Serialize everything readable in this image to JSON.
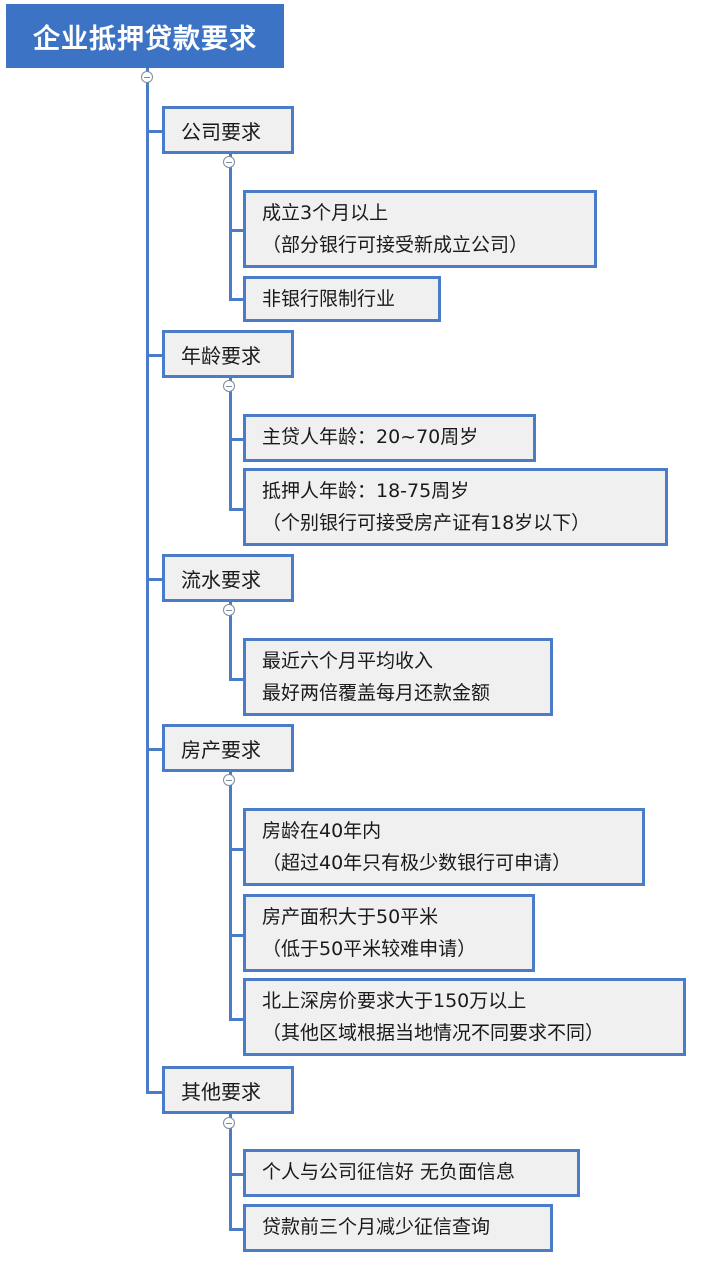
{
  "title": "企业抵押贷款要求",
  "sections": [
    {
      "label": "公司要求",
      "items": [
        [
          "成立3个月以上",
          "（部分银行可接受新成立公司）"
        ],
        [
          "非银行限制行业"
        ]
      ]
    },
    {
      "label": "年龄要求",
      "items": [
        [
          "主贷人年龄：20~70周岁"
        ],
        [
          "抵押人年龄：18-75周岁",
          "（个别银行可接受房产证有18岁以下）"
        ]
      ]
    },
    {
      "label": "流水要求",
      "items": [
        [
          "最近六个月平均收入",
          "最好两倍覆盖每月还款金额"
        ]
      ]
    },
    {
      "label": "房产要求",
      "items": [
        [
          "房龄在40年内",
          "（超过40年只有极少数银行可申请）"
        ],
        [
          "房产面积大于50平米",
          "（低于50平米较难申请）"
        ],
        [
          "北上深房价要求大于150万以上",
          "（其他区域根据当地情况不同要求不同）"
        ]
      ]
    },
    {
      "label": "其他要求",
      "items": [
        [
          "个人与公司征信好 无负面信息"
        ],
        [
          "贷款前三个月减少征信查询"
        ]
      ]
    }
  ],
  "colors": {
    "root": "#3d73c4",
    "border": "#4a7cc7",
    "box": "#f0f0f0"
  }
}
